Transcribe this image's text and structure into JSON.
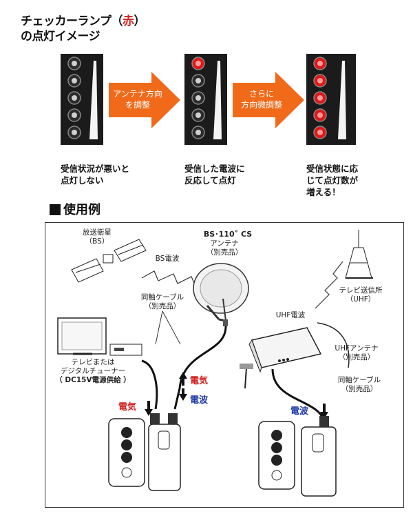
{
  "heading": {
    "line1_pre": "チェッカーランプ（",
    "line1_red": "赤",
    "line1_post": "）",
    "line2": "の点灯イメージ"
  },
  "stages": [
    {
      "caption": [
        "受信状況が悪いと",
        "点灯しない"
      ],
      "lit": 0
    },
    {
      "caption": [
        "受信した電波に",
        "反応して点灯"
      ],
      "lit": 1
    },
    {
      "caption": [
        "受信状態に応",
        "じて点灯数が",
        "増える！"
      ],
      "lit": 5
    }
  ],
  "arrows": [
    {
      "lines": [
        "アンテナ方向",
        "を調整"
      ]
    },
    {
      "lines": [
        "さらに",
        "方向微調整"
      ]
    }
  ],
  "section": "使用例",
  "example": {
    "satellite": [
      "放送衛星",
      "（BS）"
    ],
    "bs_wave": "BS電波",
    "bs_antenna_title": "BS･110˚ CS",
    "bs_antenna": [
      "アンテナ",
      "（別売品）"
    ],
    "coax_left": [
      "同軸ケーブル",
      "（別売品）"
    ],
    "tv": [
      "テレビまたは",
      "デジタルチューナー",
      "（ DC15V電源供給 ）"
    ],
    "sig_denki_right": "電気",
    "sig_denpa_right": "電波",
    "sig_denki_left": "電気",
    "tower": [
      "テレビ送信所",
      "（UHF）"
    ],
    "uhf_wave": "UHF電波",
    "uhf_antenna": [
      "UHFアンテナ",
      "（別売品）"
    ],
    "coax_right": [
      "同軸ケーブル",
      "（別売品）"
    ],
    "sig_denpa_uhf": "電波"
  },
  "colors": {
    "lamp_on": "#e01818",
    "accent_red": "#d21f1f",
    "accent_blue": "#1e3aa8",
    "arrow": "#f06a1a"
  }
}
